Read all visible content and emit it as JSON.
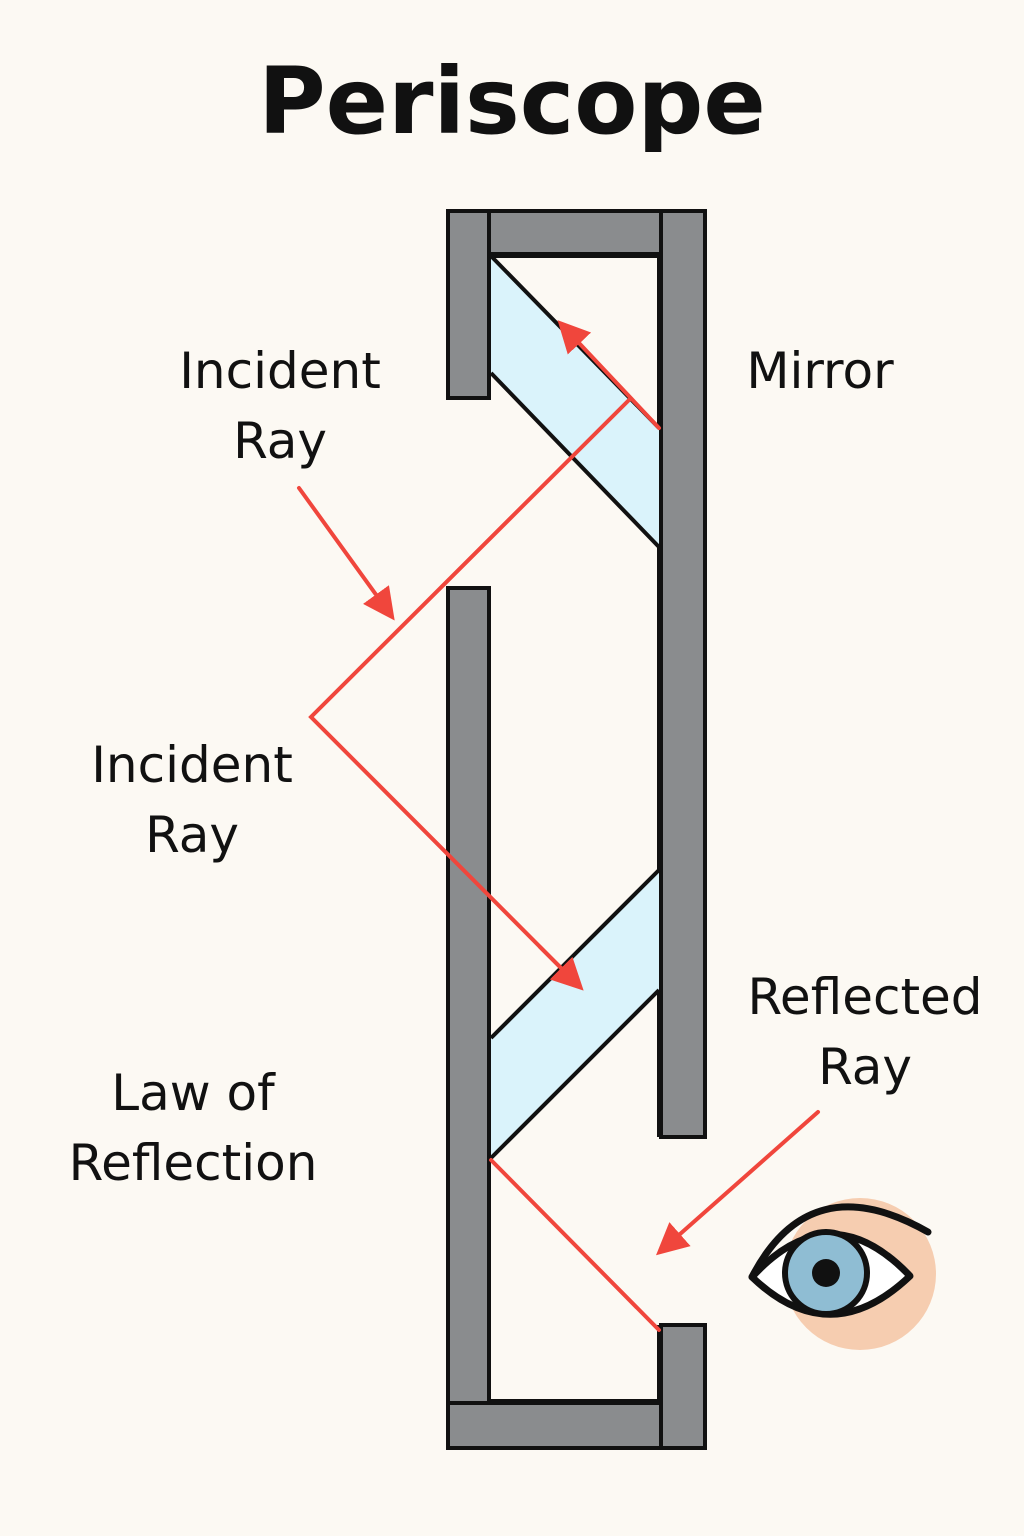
{
  "title": "Periscope",
  "labels": {
    "incident_ray_top": [
      "Incident",
      "Ray"
    ],
    "mirror": "Mirror",
    "incident_ray_middle": [
      "Incident",
      "Ray"
    ],
    "reflected_ray": [
      "Reflected",
      "Ray"
    ],
    "law_of_reflection": [
      "Law of",
      "Reflection"
    ]
  },
  "icons": {
    "eye": "eye-icon"
  },
  "colors": {
    "background": "#fcf9f3",
    "tube_wall": "#8a8c8e",
    "outline": "#111111",
    "mirror_glass": "#daf3fb",
    "ray": "#f0463c",
    "eye_skin": "#f6cdb0",
    "iris": "#8fbdd3",
    "pupil": "#111111"
  }
}
